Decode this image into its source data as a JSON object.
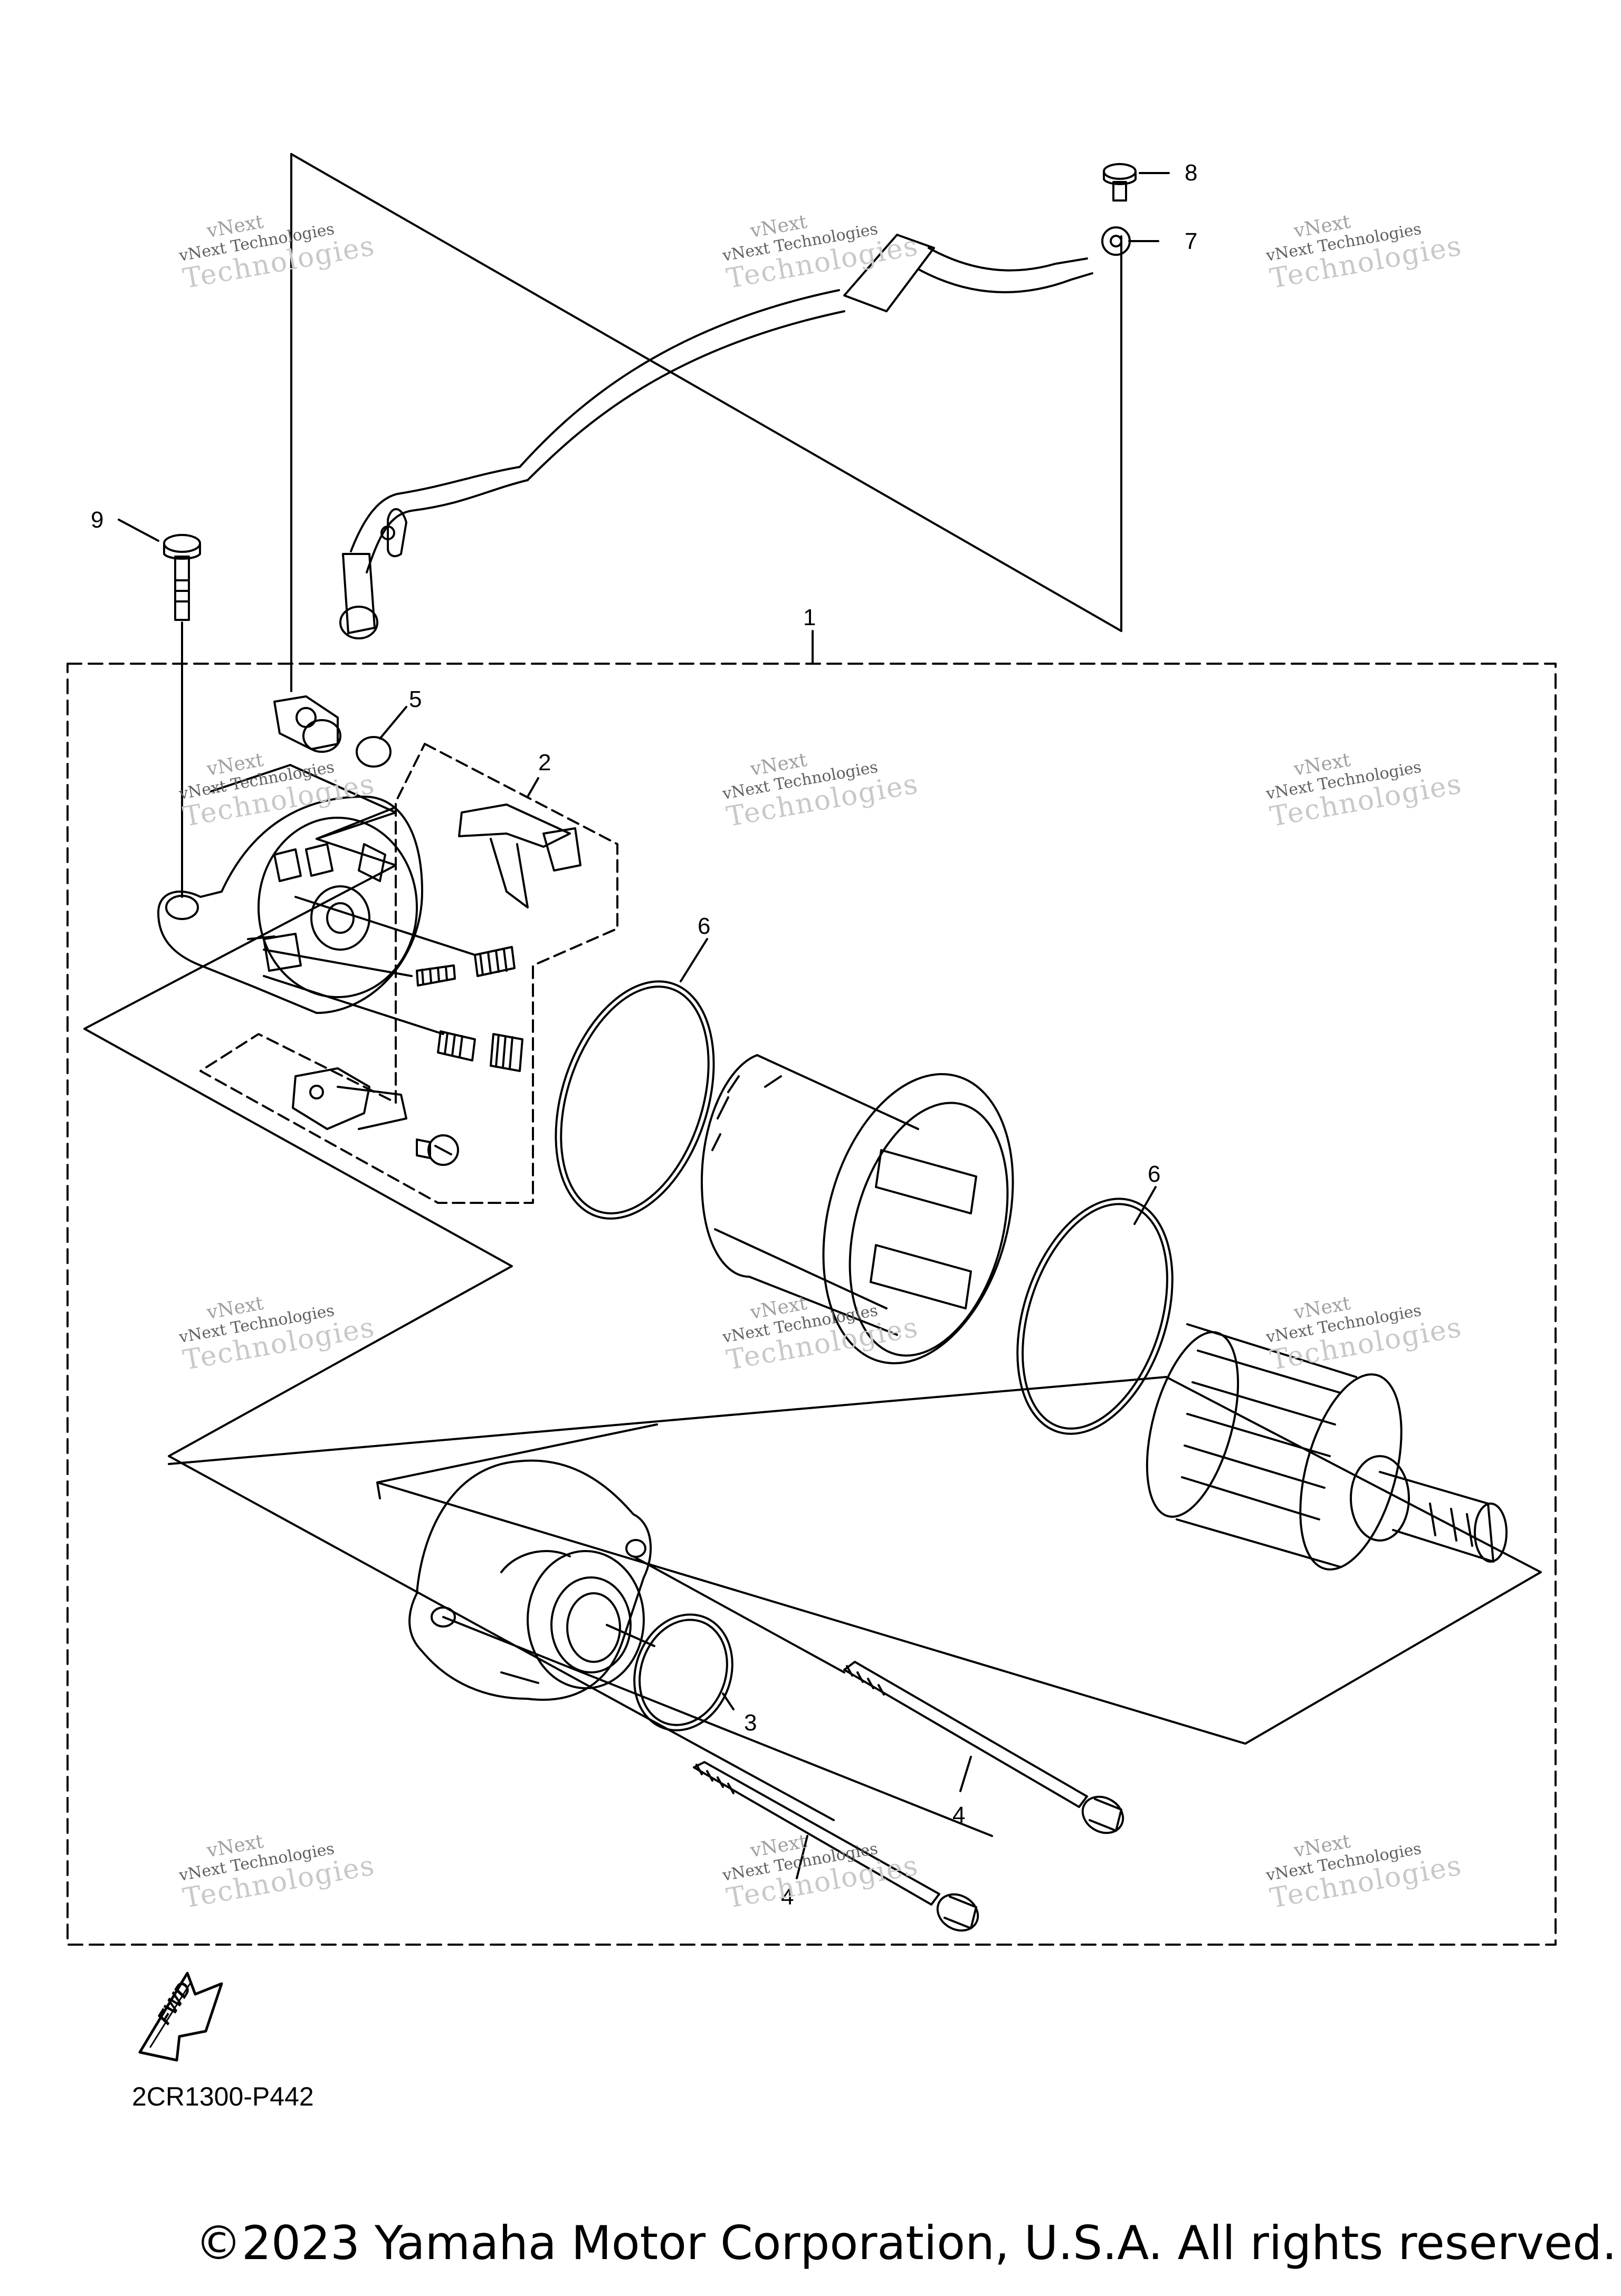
{
  "callouts": {
    "n1": "1",
    "n2": "2",
    "n3": "3",
    "n4a": "4",
    "n4b": "4",
    "n5": "5",
    "n6a": "6",
    "n6b": "6",
    "n7": "7",
    "n8": "8",
    "n9": "9"
  },
  "fwd_label": "FWD",
  "part_code": "2CR1300-P442",
  "copyright": "©2023 Yamaha Motor Corporation, U.S.A. All rights reserved.",
  "watermark": {
    "line1": "vNext",
    "line2": "vNext Technologies",
    "line3": "Technologies"
  }
}
